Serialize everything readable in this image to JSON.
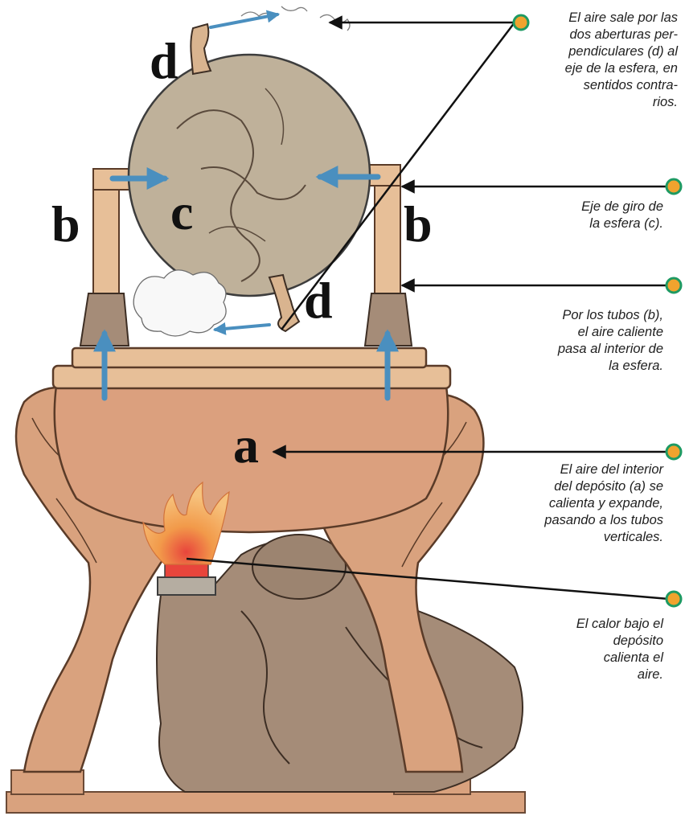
{
  "labels": {
    "a": "a",
    "b_left": "b",
    "b_right": "b",
    "c": "c",
    "d_top": "d",
    "d_bottom": "d"
  },
  "notes": [
    {
      "id": "exhaust",
      "lines": [
        "El aire sale por las",
        "dos aberturas per-",
        "pendiculares (d) al",
        "eje de la esfera, en",
        "sentidos contra-",
        "rios."
      ]
    },
    {
      "id": "axis",
      "lines": [
        "Eje de giro de",
        "la esfera (c)."
      ]
    },
    {
      "id": "tubes",
      "lines": [
        "Por los  tubos (b),",
        "el aire caliente",
        "pasa al interior de",
        "la esfera."
      ]
    },
    {
      "id": "tank",
      "lines": [
        "El aire del interior",
        "del depósito (a) se",
        "calienta y expande,",
        "pasando a los tubos",
        "verticales."
      ]
    },
    {
      "id": "heat",
      "lines": [
        "El calor bajo el",
        "depósito",
        "calienta el",
        "aire."
      ]
    }
  ],
  "colors": {
    "bronze": "#d9a27e",
    "bronze_light": "#e7bf98",
    "sphere": "#bfb19a",
    "figure": "#a58c78",
    "arrow_flow": "#4a8fbf",
    "marker_fill": "#f0a32e",
    "marker_ring": "#1e9a63",
    "leader_line": "#111111",
    "flame": "#f29a4a"
  }
}
